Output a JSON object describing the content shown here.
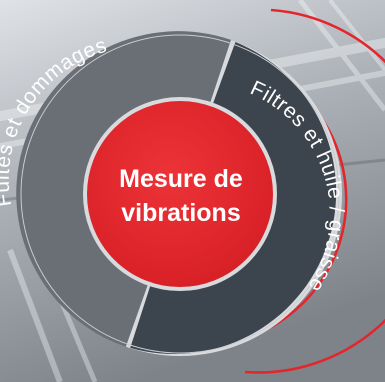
{
  "diagram": {
    "center_label_line1": "Mesure de",
    "center_label_line2": "vibrations",
    "segments": [
      {
        "label": "Fuites et dommages",
        "color": "#6a6e75"
      },
      {
        "label": "Filtres et huile / graisse",
        "color": "#3c444e"
      }
    ],
    "colors": {
      "center": "#e3262c",
      "ring_border": "#d8dadd",
      "accent_arcs": "#e3262c",
      "background_light": "#d9dde2",
      "background_dark": "#7a7f86"
    }
  }
}
